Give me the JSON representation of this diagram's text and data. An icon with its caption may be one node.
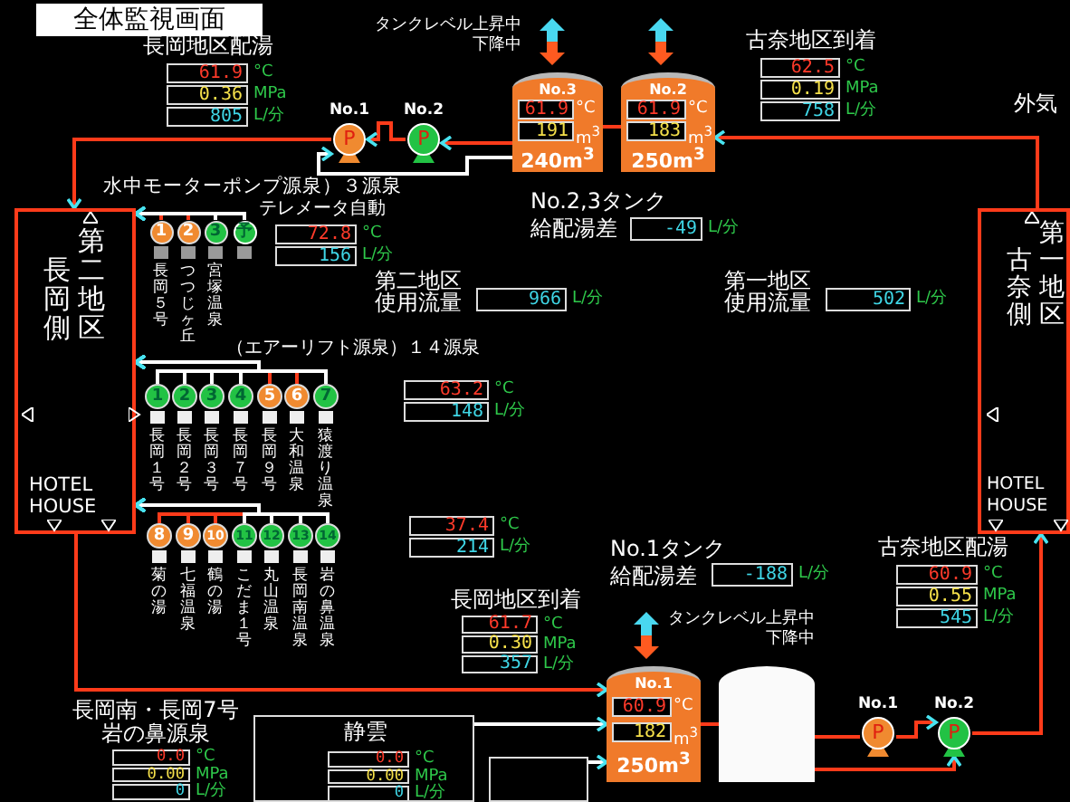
{
  "diagram": {
    "title": "全体監視画面",
    "nodes": [
      {
        "text": [
          "長岡地区配湯",
          "61.9",
          "°C",
          "0.36",
          "MPa",
          "805",
          "L/分"
        ]
      },
      {
        "text": [
          "P"
        ],
        "beside": [
          "No.1"
        ]
      },
      {
        "text": [
          "P"
        ],
        "beside": [
          "No.2"
        ]
      },
      {
        "text": [
          "No.3",
          "61.9",
          "°C",
          "191",
          "m$^{3}$",
          "240m$^{3}$"
        ]
      },
      {
        "text": [
          "No.2",
          "61.9",
          "°C",
          "183",
          "m$^{3}$",
          "250m$^{3}$"
        ]
      },
      {
        "text": [
          "古奈地区到着",
          "62.5",
          "°C",
          "0.19",
          "MPa",
          "758",
          "L/分"
        ]
      },
      {
        "text": [
          "No.2,3タンク給配湯差",
          "-49",
          "L/分"
        ]
      },
      {
        "text": [
          "長岡側",
          "第二地区",
          "HOTEL HOUSE"
        ]
      },
      {
        "text": [
          "72.8",
          "°C",
          "156",
          "L/分"
        ]
      },
      {
        "text": [
          "第二地区使用流量",
          "966",
          "L/分"
        ]
      },
      {
        "text": [
          "第一地区使用流量",
          "502",
          "L/分"
        ]
      },
      {
        "text": [
          "古奈側",
          "第一地区",
          "HOTEL HOUSE"
        ]
      },
      {
        "text": [
          "1"
        ],
        "beside": [
          "長岡５号"
        ]
      },
      {
        "text": [
          "2"
        ],
        "beside": [
          "つつじヶ丘"
        ]
      },
      {
        "text": [
          "3"
        ],
        "beside": [
          "宮塚温泉"
        ]
      },
      {
        "text": [
          "予"
        ]
      },
      {
        "text": [
          "1"
        ],
        "beside": [
          "長岡１号"
        ]
      },
      {
        "text": [
          "2"
        ],
        "beside": [
          "長岡２号"
        ]
      },
      {
        "text": [
          "3"
        ],
        "beside": [
          "長岡３号"
        ]
      },
      {
        "text": [
          "4"
        ],
        "beside": [
          "長岡７号"
        ]
      },
      {
        "text": [
          "5"
        ],
        "beside": [
          "長岡９号"
        ]
      },
      {
        "text": [
          "6"
        ],
        "beside": [
          "大和温泉"
        ]
      },
      {
        "text": [
          "7"
        ],
        "beside": [
          "猿渡り温泉"
        ]
      },
      {
        "text": [
          "8"
        ],
        "beside": [
          "菊の湯"
        ]
      },
      {
        "text": [
          "9"
        ],
        "beside": [
          "七福温泉"
        ]
      },
      {
        "text": [
          "10"
        ],
        "beside": [
          "鶴の湯"
        ]
      },
      {
        "text": [
          "11"
        ],
        "beside": [
          "こだま１号"
        ]
      },
      {
        "text": [
          "12"
        ],
        "beside": [
          "丸山温泉"
        ]
      },
      {
        "text": [
          "13"
        ],
        "beside": [
          "長岡南温泉"
        ]
      },
      {
        "text": [
          "14"
        ],
        "beside": [
          "岩の鼻温泉"
        ]
      },
      {
        "text": [
          "63.2",
          "°C",
          "148",
          "L/分"
        ]
      },
      {
        "text": [
          "37.4",
          "°C",
          "214",
          "L/分"
        ]
      },
      {
        "text": [
          "No.1タンク給配湯差",
          "-188",
          "L/分"
        ]
      },
      {
        "text": [
          "長岡地区到着",
          "61.7",
          "°C",
          "0.30",
          "MPa",
          "357",
          "L/分"
        ]
      },
      {
        "text": [
          "古奈地区配湯",
          "60.9",
          "°C",
          "0.55",
          "MPa",
          "545",
          "L/分"
        ]
      },
      {
        "text": [
          "No.1",
          "60.9",
          "°C",
          "182",
          "m$^{3}$",
          "250m$^{3}$"
        ]
      },
      {
        "text": [],
        "shape": "cylinder"
      },
      {
        "text": [
          "P"
        ],
        "beside": [
          "No.1"
        ]
      },
      {
        "text": [
          "P"
        ],
        "beside": [
          "No.2"
        ]
      },
      {
        "text": [
          "長岡南・長岡7号岩の鼻源泉",
          "0.0",
          "°C",
          "0.00",
          "MPa",
          "0",
          "L/分"
        ]
      },
      {
        "text": [
          "静雲",
          "0.0",
          "°C",
          "0.00",
          "MPa",
          "0",
          "L/分"
        ]
      },
      {
        "text": [],
        "shape": "box"
      }
    ],
    "edges": [
      {
        "from": 1,
        "to": 7,
        "arrow": "to"
      },
      {
        "from": 2,
        "to": 1,
        "arrow": "to"
      },
      {
        "from": 3,
        "to": 2,
        "arrow": "to"
      },
      {
        "from": 3,
        "to": 1,
        "arrow": "to",
        "color": "#ffffff"
      },
      {
        "from": 4,
        "to": 3,
        "arrow": "none"
      },
      {
        "from": 11,
        "to": 4,
        "arrow": "to"
      },
      {
        "from": 12,
        "to": 7,
        "arrow": "to"
      },
      {
        "from": 13,
        "to": 7,
        "arrow": "to"
      },
      {
        "from": 14,
        "to": 7,
        "arrow": "to",
        "color": "#ffffff"
      },
      {
        "from": 15,
        "to": 7,
        "arrow": "to",
        "color": "#ffffff"
      },
      {
        "from": 16,
        "to": 7,
        "arrow": "to",
        "color": "#ffffff"
      },
      {
        "from": 17,
        "to": 7,
        "arrow": "to",
        "color": "#ffffff"
      },
      {
        "from": 18,
        "to": 7,
        "arrow": "to",
        "color": "#ffffff"
      },
      {
        "from": 19,
        "to": 7,
        "arrow": "to",
        "color": "#ffffff"
      },
      {
        "from": 20,
        "to": 7,
        "arrow": "to"
      },
      {
        "from": 21,
        "to": 7,
        "arrow": "to"
      },
      {
        "from": 22,
        "to": 7,
        "arrow": "to",
        "color": "#ffffff"
      },
      {
        "from": 23,
        "to": 7,
        "arrow": "to"
      },
      {
        "from": 24,
        "to": 7,
        "arrow": "to"
      },
      {
        "from": 25,
        "to": 7,
        "arrow": "to"
      },
      {
        "from": 26,
        "to": 7,
        "arrow": "to",
        "color": "#ffffff"
      },
      {
        "from": 27,
        "to": 7,
        "arrow": "to",
        "color": "#ffffff"
      },
      {
        "from": 28,
        "to": 7,
        "arrow": "to",
        "color": "#ffffff"
      },
      {
        "from": 29,
        "to": 7,
        "arrow": "to",
        "color": "#ffffff"
      },
      {
        "from": 7,
        "to": 35,
        "arrow": "to"
      },
      {
        "from": 35,
        "to": 36,
        "arrow": "none"
      },
      {
        "from": 36,
        "to": 37,
        "arrow": "none"
      },
      {
        "from": 37,
        "to": 38,
        "arrow": "to"
      },
      {
        "from": 36,
        "to": 38,
        "arrow": "to"
      },
      {
        "from": 38,
        "to": 11,
        "arrow": "to"
      },
      {
        "from": 40,
        "to": 35,
        "arrow": "to",
        "color": "#ffffff"
      },
      {
        "from": 41,
        "to": 35,
        "arrow": "to",
        "color": "#ffffff"
      }
    ],
    "labels": [
      "タンクレベル上昇中下降中",
      "外気",
      "水中モーターポンプ源泉）３源泉",
      "テレメータ自動",
      "（エアーリフト源泉）１４源泉",
      "タンクレベル上昇中下降中"
    ]
  }
}
